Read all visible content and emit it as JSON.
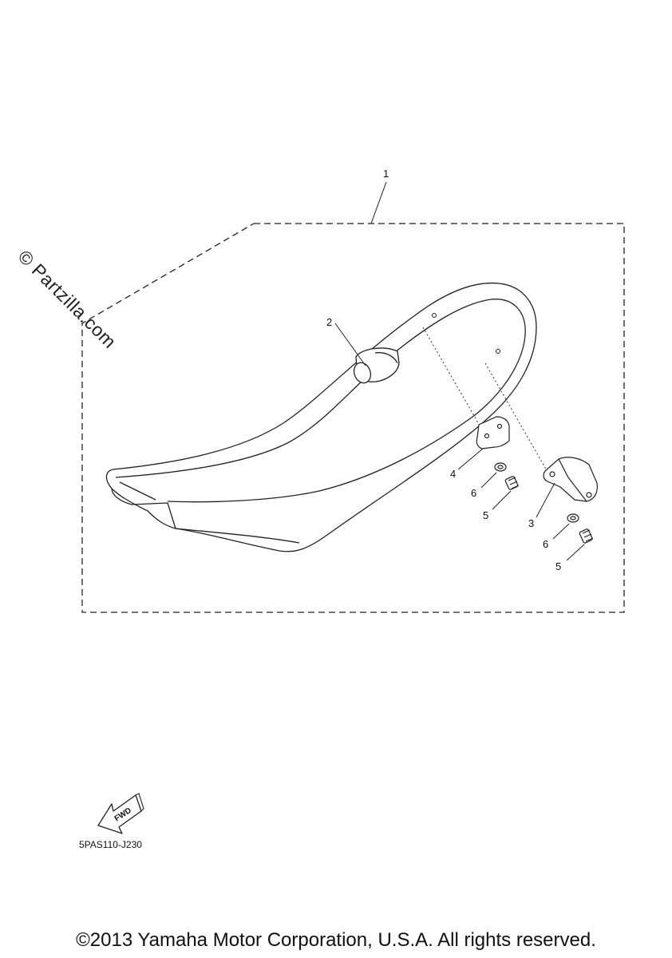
{
  "watermark": "© Partzilla.com",
  "diagram_code": "5PAS110-J230",
  "copyright": "©2013 Yamaha Motor Corporation, U.S.A. All rights reserved.",
  "fwd_label": "FWD",
  "callouts": {
    "c1": "1",
    "c2": "2",
    "c3": "3",
    "c4": "4",
    "c5a": "5",
    "c5b": "5",
    "c6a": "6",
    "c6b": "6"
  }
}
